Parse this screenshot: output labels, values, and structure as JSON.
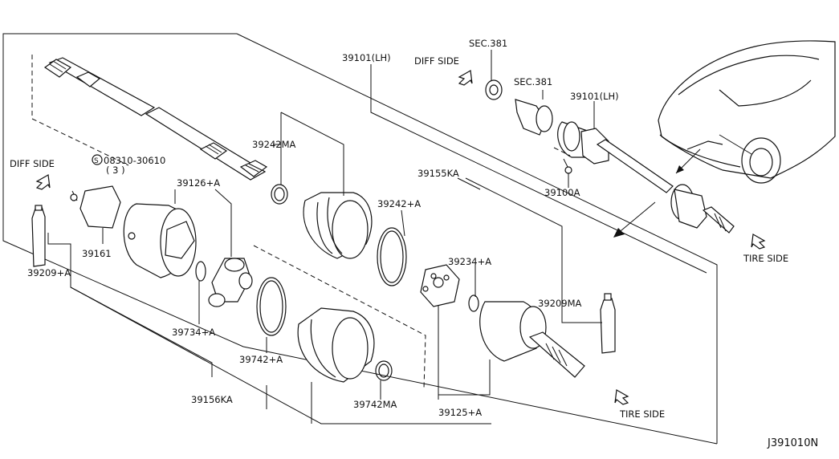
{
  "diagram_id": "J391010N",
  "labels": {
    "diff_side_top": "DIFF SIDE",
    "diff_side_left": "DIFF SIDE",
    "tire_side_right": "TIRE SIDE",
    "tire_side_bottom": "TIRE SIDE",
    "sec381_a": "SEC.381",
    "sec381_b": "SEC.381",
    "p39101_main": "39101(LH)",
    "p39101_small": "39101(LH)",
    "p39100A": "39100A",
    "screw": "08310-30610",
    "screw_s": "S",
    "screw_qty": "( 3 )",
    "p39126A": "39126+A",
    "p39242MA": "39242MA",
    "p39155KA": "39155KA",
    "p39242A": "39242+A",
    "p39234A": "39234+A",
    "p39161": "39161",
    "p39209A": "39209+A",
    "p39209MA": "39209MA",
    "p39734A": "39734+A",
    "p39742A": "39742+A",
    "p39742MA": "39742MA",
    "p39156KA": "39156KA",
    "p39125A": "39125+A"
  }
}
